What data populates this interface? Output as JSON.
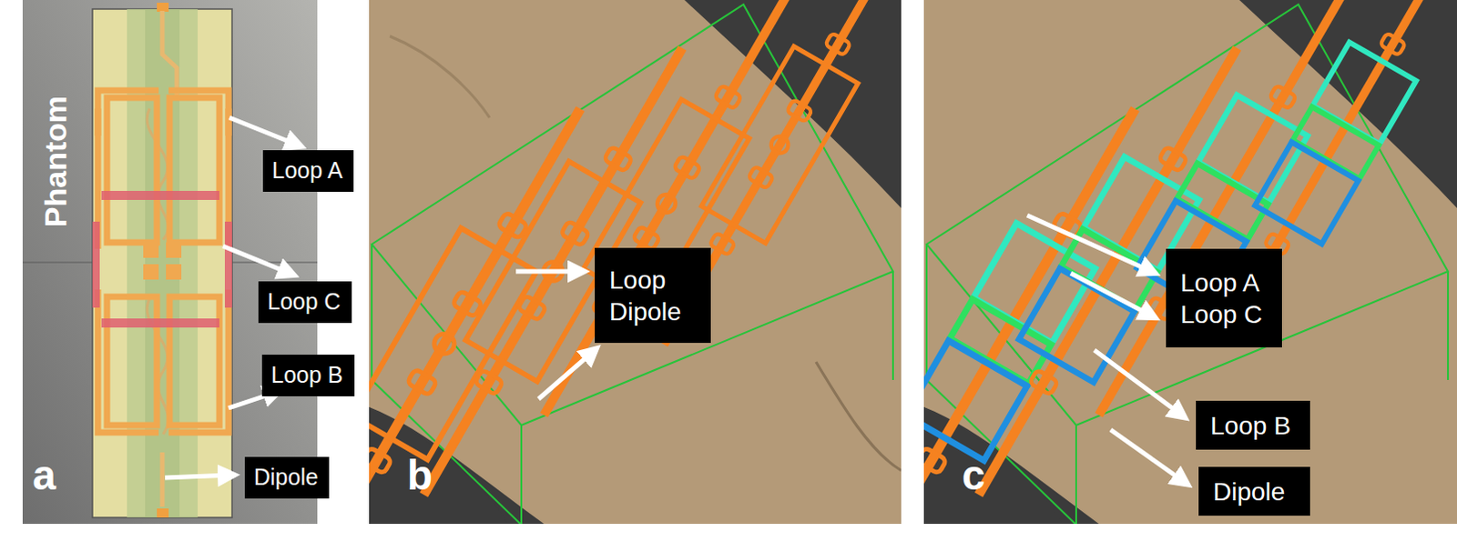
{
  "diagram": {
    "nodes": [
      {
        "text": [
          "Loop A"
        ]
      },
      {
        "text": [
          "Loop C"
        ]
      },
      {
        "text": [
          "Loop B"
        ]
      },
      {
        "text": [
          "Dipole"
        ]
      },
      {
        "text": [
          "Loop",
          "Dipole"
        ]
      },
      {
        "text": [
          "Loop A",
          "Loop C"
        ]
      },
      {
        "text": [
          "Loop B"
        ]
      },
      {
        "text": [
          "Dipole"
        ]
      }
    ],
    "labels": [
      "Phantom",
      "a",
      "b",
      "c"
    ]
  }
}
